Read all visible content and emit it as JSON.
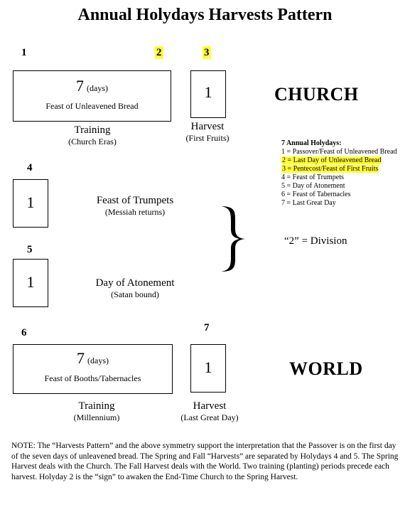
{
  "title": "Annual Holydays Harvests Pattern",
  "numbers": {
    "n1": "1",
    "n2": "2",
    "n3": "3",
    "n4": "4",
    "n5": "5",
    "n6": "6",
    "n7": "7"
  },
  "highlight_color": "#ffff33",
  "top_row": {
    "unleavened": {
      "value": "7",
      "unit": "(days)",
      "label": "Feast of Unleavened Bread"
    },
    "training": {
      "main": "Training",
      "sub": "(Church Eras)"
    },
    "harvest_box": "1",
    "harvest": {
      "main": "Harvest",
      "sub": "(First Fruits)"
    },
    "section": "CHURCH"
  },
  "middle": {
    "trumpets_box": "1",
    "trumpets": {
      "main": "Feast of Trumpets",
      "sub": "(Messiah returns)"
    },
    "atonement_box": "1",
    "atonement": {
      "main": "Day of Atonement",
      "sub": "(Satan bound)"
    },
    "division": "“2” = Division"
  },
  "bottom_row": {
    "booths": {
      "value": "7",
      "unit": "(days)",
      "label": "Feast of Booths/Tabernacles"
    },
    "training": {
      "main": "Training",
      "sub": "(Millennium)"
    },
    "harvest_box": "1",
    "harvest": {
      "main": "Harvest",
      "sub": "(Last Great Day)"
    },
    "section": "WORLD"
  },
  "legend": {
    "title": "7 Annual Holydays:",
    "items": [
      "1 = Passover/Feast of Unleavened Bread",
      "2 = Last Day of Unleavened Bread",
      "3 = Pentecost/Feast of First Fruits",
      "4 = Feast of Trumpets",
      "5 = Day of Atonement",
      "6 = Feast of Tabernacles",
      "7 = Last Great Day"
    ]
  },
  "note": "NOTE:  The “Harvests Pattern” and the above symmetry support the interpretation that the Passover is on the first day of the seven days of unleavened bread.  The Spring and Fall “Harvests” are separated by Holydays 4 and 5.  The Spring Harvest deals with the Church.  The Fall Harvest deals with the World.  Two training (planting) periods precede each harvest. Holyday 2 is the “sign” to awaken the End-Time Church to the Spring Harvest."
}
